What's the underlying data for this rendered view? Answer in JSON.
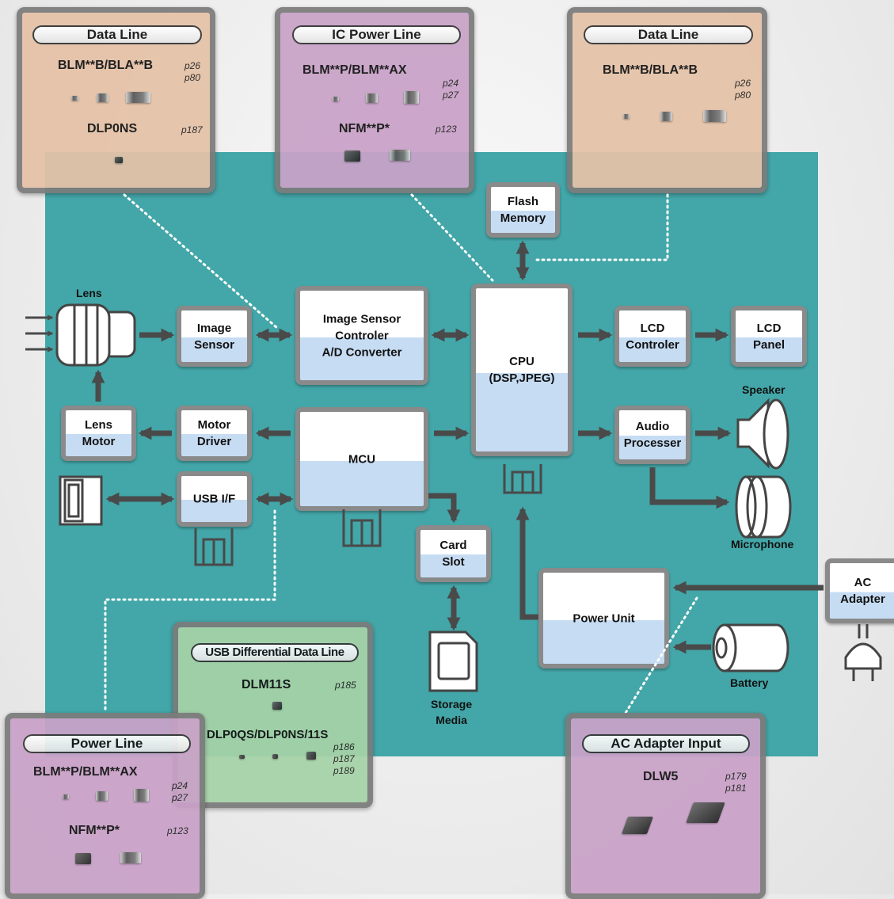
{
  "panels": {
    "data_line_left": {
      "title": "Data Line",
      "p1_name": "BLM**B/BLA**B",
      "p1_refs": "p26\np80",
      "p2_name": "DLP0NS",
      "p2_refs": "p187"
    },
    "ic_power_line": {
      "title": "IC Power Line",
      "p1_name": "BLM**P/BLM**AX",
      "p1_refs": "p24\np27",
      "p2_name": "NFM**P*",
      "p2_refs": "p123"
    },
    "data_line_right": {
      "title": "Data Line",
      "p1_name": "BLM**B/BLA**B",
      "p1_refs": "p26\np80"
    },
    "usb_diff": {
      "title": "USB Differential Data Line",
      "p1_name": "DLM11S",
      "p1_refs": "p185",
      "p2_name": "DLP0QS/DLP0NS/11S",
      "p2_refs": "p186\np187\np189"
    },
    "power_line": {
      "title": "Power Line",
      "p1_name": "BLM**P/BLM**AX",
      "p1_refs": "p24\np27",
      "p2_name": "NFM**P*",
      "p2_refs": "p123"
    },
    "ac_adapter_input": {
      "title": "AC Adapter Input",
      "p1_name": "DLW5",
      "p1_refs": "p179\np181"
    }
  },
  "blocks": {
    "flash_memory": "Flash\nMemory",
    "image_sensor": "Image\nSensor",
    "isc": "Image Sensor\nControler\nA/D Converter",
    "cpu": "CPU\n(DSP,JPEG)",
    "lcd_controler": "LCD\nControler",
    "lcd_panel": "LCD\nPanel",
    "lens_motor": "Lens\nMotor",
    "motor_driver": "Motor\nDriver",
    "mcu": "MCU",
    "audio_processer": "Audio\nProcesser",
    "usb_if": "USB I/F",
    "card_slot": "Card\nSlot",
    "power_unit": "Power Unit",
    "ac_adapter": "AC\nAdapter"
  },
  "labels": {
    "lens": "Lens",
    "speaker": "Speaker",
    "microphone": "Microphone",
    "storage": "Storage\nMedia",
    "battery": "Battery"
  },
  "colors": {
    "board": "#43a6a8",
    "panel_orange": "#e5c2a7",
    "panel_purple": "#c9a2c8",
    "panel_green": "#a6d3a7",
    "block_fill_bottom": "#c6dcf3",
    "arrow": "#4a4a4a"
  }
}
